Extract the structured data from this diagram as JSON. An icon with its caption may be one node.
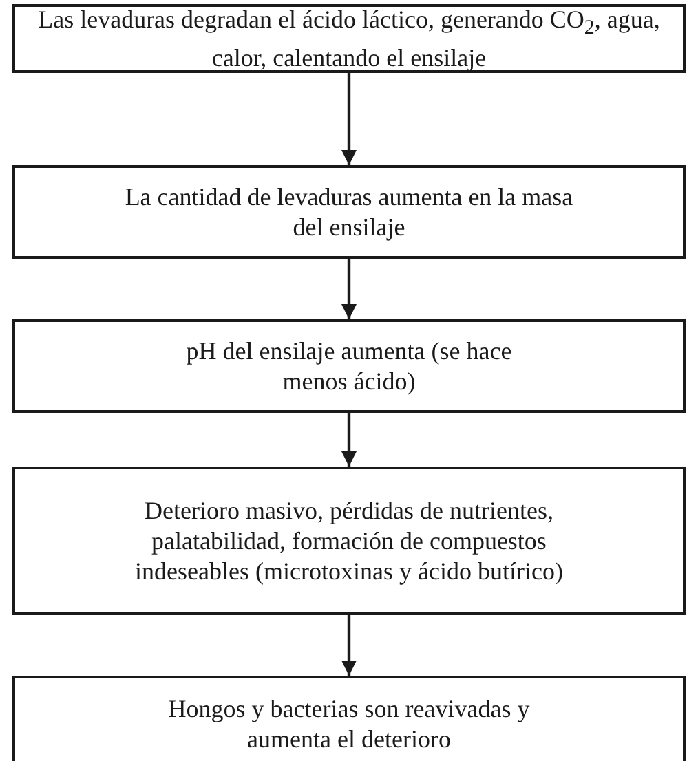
{
  "diagram": {
    "nodes": [
      {
        "text": [
          "Las levaduras degradan el ácido láctico, generando CO$_{2}$, agua, calor, calentando el ensilaje"
        ]
      },
      {
        "text": [
          "La cantidad de levaduras aumenta en la masa del ensilaje"
        ]
      },
      {
        "text": [
          "pH del ensilaje aumenta (se hace menos ácido)"
        ]
      },
      {
        "text": [
          "Deterioro masivo, pérdidas de nutrientes, palatabilidad, formación de compuestos indeseables (microtoxinas y ácido butírico)"
        ]
      },
      {
        "text": [
          "Hongos y bacterias son reavivadas y aumenta el deterioro"
        ]
      }
    ],
    "edges": [
      {
        "from": 0,
        "to": 1,
        "arrow": "to"
      },
      {
        "from": 1,
        "to": 2,
        "arrow": "to"
      },
      {
        "from": 2,
        "to": 3,
        "arrow": "to"
      },
      {
        "from": 3,
        "to": 4,
        "arrow": "to"
      }
    ]
  }
}
